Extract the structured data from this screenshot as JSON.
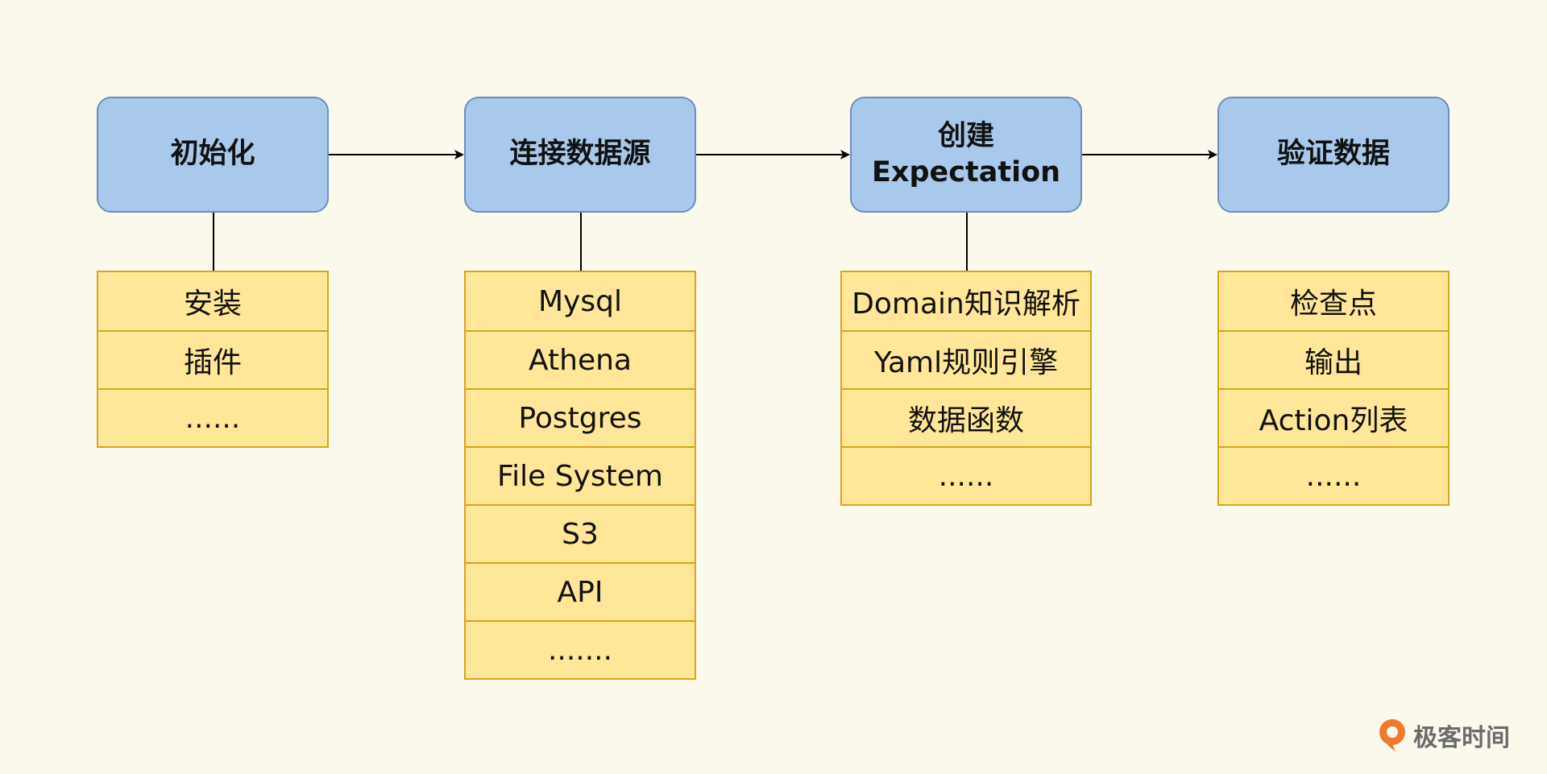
{
  "diagram": {
    "stages": [
      {
        "title": "初始化",
        "items": [
          "安装",
          "插件",
          "......"
        ]
      },
      {
        "title": "连接数据源",
        "items": [
          "Mysql",
          "Athena",
          "Postgres",
          "File System",
          "S3",
          "API",
          "......."
        ]
      },
      {
        "title": "创建\nExpectation",
        "items": [
          "Domain知识解析",
          "Yaml规则引擎",
          "数据函数",
          "......"
        ]
      },
      {
        "title": "验证数据",
        "items": [
          "检查点",
          "输出",
          "Action列表",
          "......"
        ]
      }
    ],
    "colors": {
      "background": "#fbf8ec",
      "stage_fill": "#a8c8ec",
      "stage_border": "#6c8ebf",
      "list_fill": "#ffe698",
      "list_border": "#d6a51f",
      "arrow": "#000000"
    }
  },
  "logo": {
    "text": "极客时间",
    "icon": "geektime-logo-icon"
  }
}
